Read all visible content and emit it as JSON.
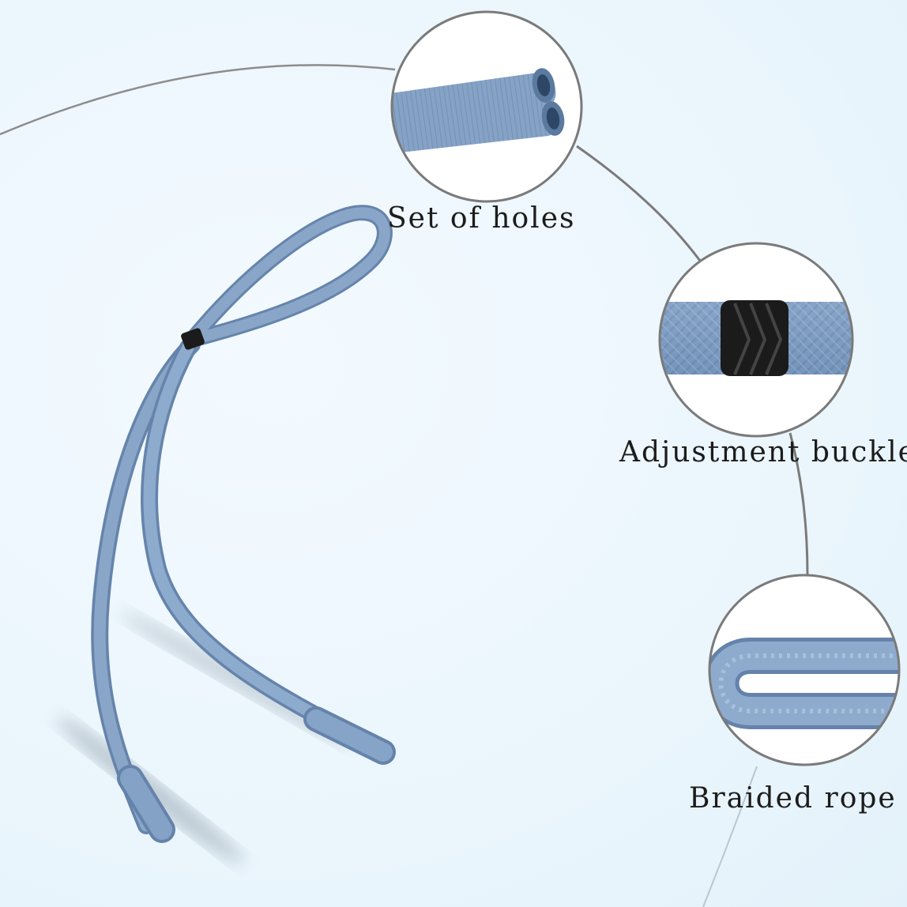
{
  "callouts": {
    "holes": "Set of holes",
    "buckle": "Adjustment buckle",
    "rope": "Braided rope"
  },
  "colors": {
    "background": "#eef7fd",
    "cord": "#7d9bbf",
    "buckle": "#1b1b1b",
    "connector_line": "#7a7a7a"
  }
}
